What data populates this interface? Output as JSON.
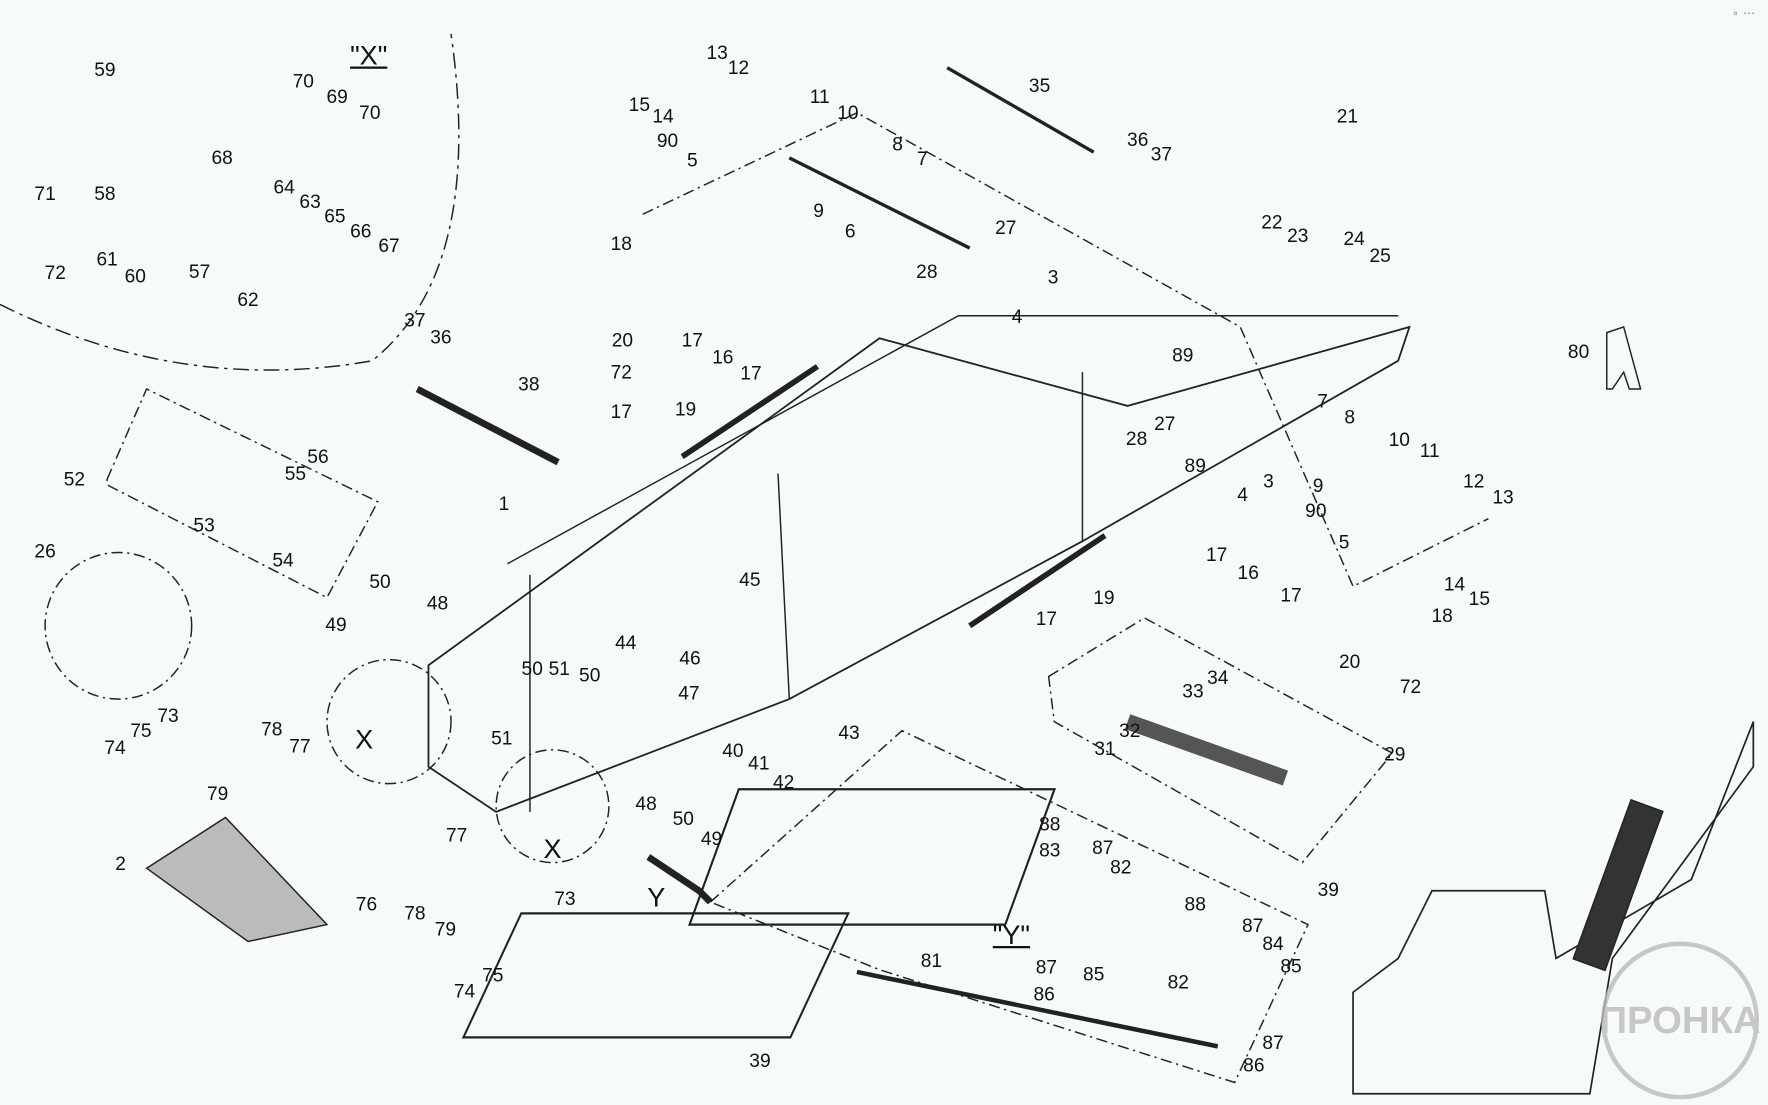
{
  "window_controls": {
    "menu_label": "▫ ⋯"
  },
  "detail_titles": {
    "x_view": "\"X\"",
    "y_view": "\"Y\"",
    "x_marker": "X",
    "y_marker": "Y"
  },
  "watermark": "ПРОНКА",
  "callouts": [
    "59",
    "70",
    "69",
    "70",
    "68",
    "64",
    "63",
    "65",
    "66",
    "67",
    "71",
    "58",
    "72",
    "61",
    "60",
    "57",
    "62",
    "13",
    "12",
    "15",
    "14",
    "90",
    "11",
    "10",
    "8",
    "7",
    "5",
    "9",
    "6",
    "18",
    "35",
    "36",
    "37",
    "21",
    "22",
    "23",
    "24",
    "25",
    "27",
    "28",
    "3",
    "4",
    "20",
    "17",
    "72",
    "16",
    "17",
    "89",
    "28",
    "27",
    "89",
    "7",
    "8",
    "10",
    "11",
    "9",
    "90",
    "4",
    "3",
    "12",
    "13",
    "5",
    "14",
    "15",
    "18",
    "20",
    "72",
    "80",
    "37",
    "36",
    "38",
    "19",
    "17",
    "52",
    "56",
    "55",
    "53",
    "54",
    "1",
    "26",
    "50",
    "48",
    "49",
    "45",
    "17",
    "16",
    "17",
    "19",
    "17",
    "44",
    "46",
    "50",
    "51",
    "50",
    "47",
    "33",
    "34",
    "29",
    "32",
    "31",
    "40",
    "41",
    "43",
    "42",
    "48",
    "50",
    "49",
    "51",
    "73",
    "75",
    "74",
    "78",
    "77",
    "79",
    "2",
    "76",
    "77",
    "78",
    "79",
    "73",
    "75",
    "74",
    "81",
    "88",
    "83",
    "87",
    "82",
    "88",
    "87",
    "84",
    "85",
    "87",
    "86",
    "85",
    "82",
    "39",
    "39",
    "87",
    "86"
  ],
  "colors": {
    "line": "#222222",
    "background": "#f7fbf8",
    "watermark": "#bbbbbb"
  }
}
